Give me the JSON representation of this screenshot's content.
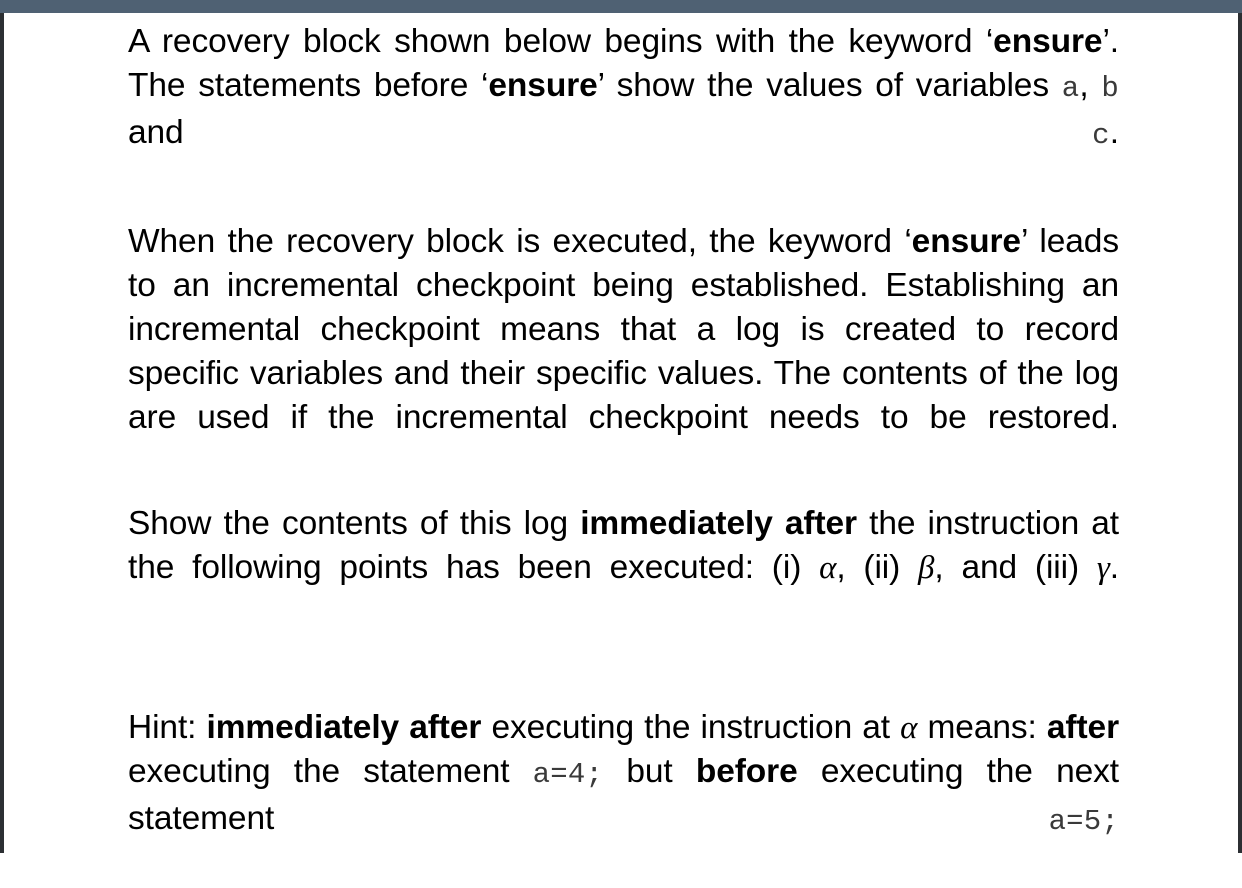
{
  "slide": {
    "background_color": "#ffffff",
    "top_bar_color": "#4f6173",
    "edge_border_color": "#2c2f33",
    "code_text_color": "#3a3a3a",
    "body_text_color": "#000000"
  },
  "paragraph1": {
    "part1": "A recovery block shown below begins with the keyword ‘",
    "bold1": "ensure",
    "part2": "’. The statements before ‘",
    "bold2": "ensure",
    "part3": "’ show the values of variables ",
    "code_a": "a",
    "part4": ", ",
    "code_b": "b",
    "part5": " and ",
    "code_c": "c",
    "part6": "."
  },
  "paragraph2": {
    "part1": "When the recovery block is executed, the keyword ‘",
    "bold1": "ensure",
    "part2": "’ leads to an incremental checkpoint being established. Establishing an incremental checkpoint means that a log is created to record specific variables and their specific values. The contents of the log are used if the incremental checkpoint needs to be restored."
  },
  "paragraph3": {
    "part1": "Show the contents of this log ",
    "bold1": "immediately after",
    "part2": " the instruction at the following points has been executed: (i) ",
    "greek1": "α",
    "part3": ", (ii) ",
    "greek2": "β",
    "part4": ", and (iii) ",
    "greek3": "γ",
    "part5": "."
  },
  "paragraph4": {
    "part1": "Hint: ",
    "bold1": "immediately after",
    "part2": " executing the instruction at ",
    "greek1": "α",
    "part3": " means: ",
    "bold2": "after",
    "part4": " executing the statement ",
    "code1": "a=4;",
    "part5": " but ",
    "bold3": "before",
    "part6": " executing the next statement ",
    "code2": "a=5;"
  }
}
